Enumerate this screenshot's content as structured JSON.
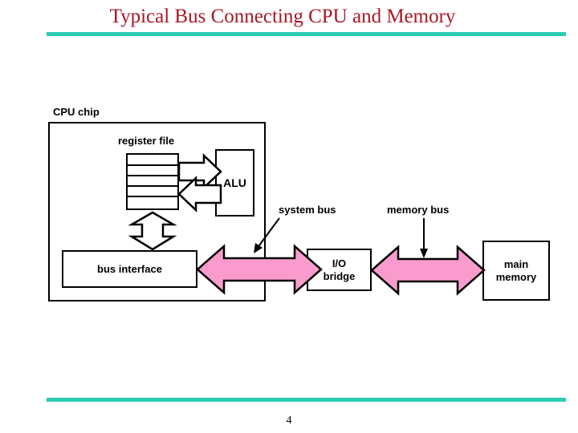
{
  "slide": {
    "title": "Typical Bus Connecting CPU and Memory",
    "page_number": "4",
    "title_color": "#A81824",
    "rule_color": "#2CCBB2",
    "arrow_fill_color": "#F99CCD",
    "outline_color": "#000000",
    "background_color": "#FFFFFF"
  },
  "diagram": {
    "cpu_chip": {
      "label": "CPU chip"
    },
    "register_file": {
      "label": "register file",
      "row_count": 5
    },
    "alu": {
      "label": "ALU"
    },
    "bus_interface": {
      "label": "bus interface"
    },
    "io_bridge": {
      "label": "I/O\nbridge"
    },
    "main_memory": {
      "label": "main\nmemory"
    },
    "system_bus": {
      "label": "system bus"
    },
    "memory_bus": {
      "label": "memory bus"
    },
    "connectors": [
      {
        "name": "register-file-to-alu-arrow",
        "direction": "right",
        "fill": "#FFFFFF"
      },
      {
        "name": "alu-to-register-file-arrow",
        "direction": "left",
        "fill": "#FFFFFF"
      },
      {
        "name": "register-file-to-bus-interface-arrow",
        "direction": "vertical-double",
        "fill": "#FFFFFF"
      },
      {
        "name": "system-bus-arrow",
        "direction": "horizontal-double",
        "fill": "#F99CCD"
      },
      {
        "name": "memory-bus-arrow",
        "direction": "horizontal-double",
        "fill": "#F99CCD"
      }
    ]
  }
}
